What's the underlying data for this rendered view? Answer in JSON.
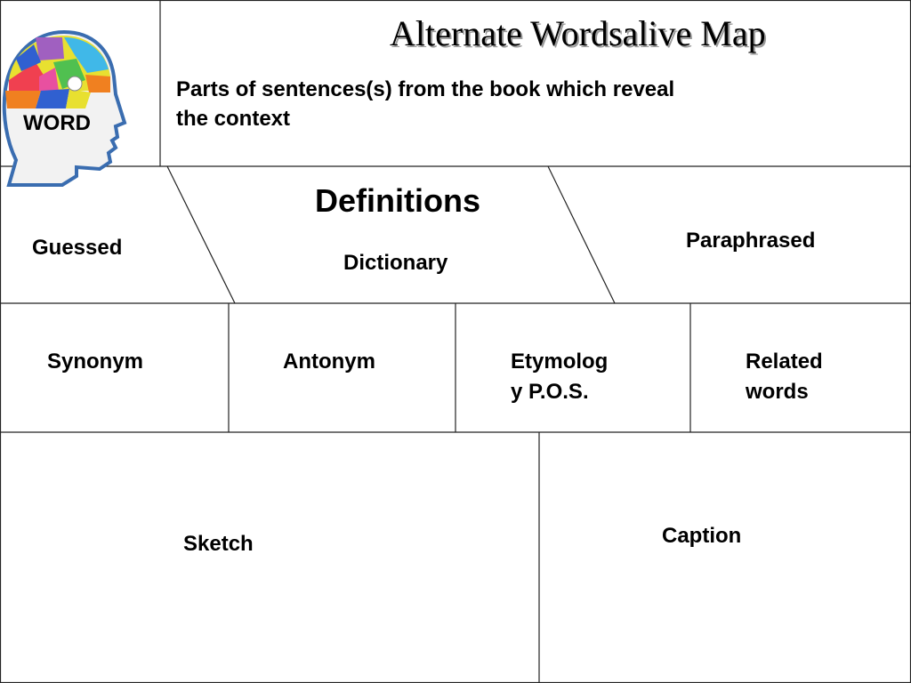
{
  "title": "Alternate Wordsalive Map",
  "logo": {
    "word": "WORD",
    "brain_colors": [
      "#e8e030",
      "#f04050",
      "#40b8e8",
      "#50c050",
      "#a060c0",
      "#f08020",
      "#3060d0",
      "#e850a0"
    ]
  },
  "context_prompt": "Parts of sentences(s) from the book which reveal the context",
  "definitions": {
    "heading": "Definitions",
    "guessed": "Guessed",
    "dictionary": "Dictionary",
    "paraphrased": "Paraphrased"
  },
  "word_info": {
    "synonym": "Synonym",
    "antonym": "Antonym",
    "etymology_line1": "Etymolog",
    "etymology_line2": "y P.O.S.",
    "related_line1": "Related",
    "related_line2": "words"
  },
  "visual": {
    "sketch": "Sketch",
    "caption": "Caption"
  }
}
